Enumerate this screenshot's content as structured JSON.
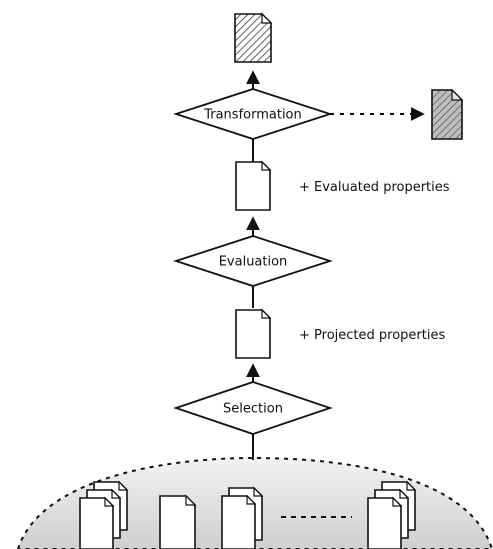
{
  "nodes": {
    "transformation": "Transformation",
    "evaluation": "Evaluation",
    "selection": "Selection"
  },
  "annotations": {
    "evaluated": "+ Evaluated properties",
    "projected": "+ Projected properties"
  }
}
